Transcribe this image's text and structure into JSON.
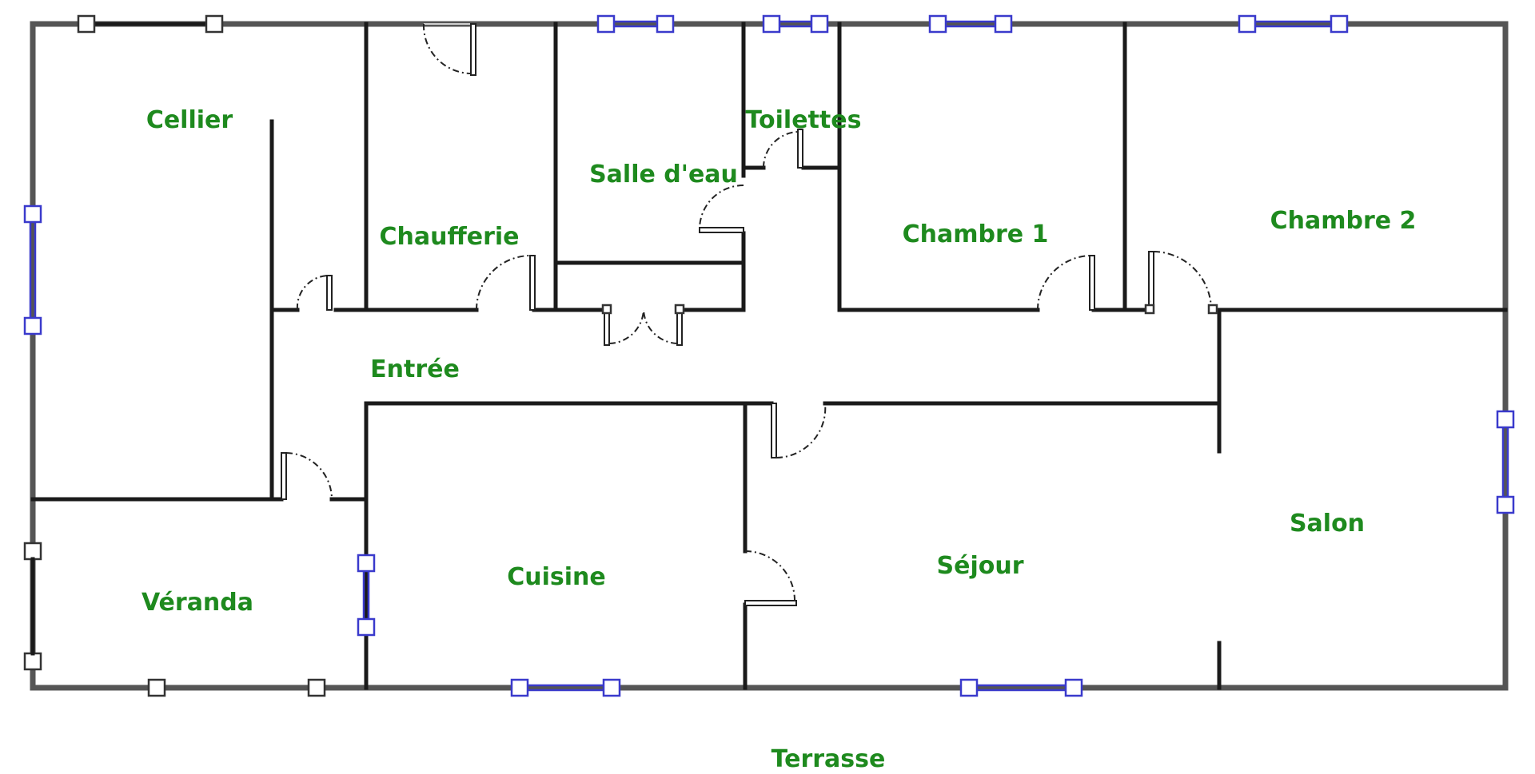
{
  "rooms": {
    "cellier": "Cellier",
    "chaufferie": "Chaufferie",
    "salle_eau": "Salle d'eau",
    "toilettes": "Toilettes",
    "chambre1": "Chambre 1",
    "chambre2": "Chambre 2",
    "entree": "Entrée",
    "veranda": "Véranda",
    "cuisine": "Cuisine",
    "sejour": "Séjour",
    "salon": "Salon",
    "terrasse": "Terrasse"
  },
  "colors": {
    "label": "#1e8a1e",
    "wall": "#1a1a1a",
    "window": "#3a3acc"
  }
}
